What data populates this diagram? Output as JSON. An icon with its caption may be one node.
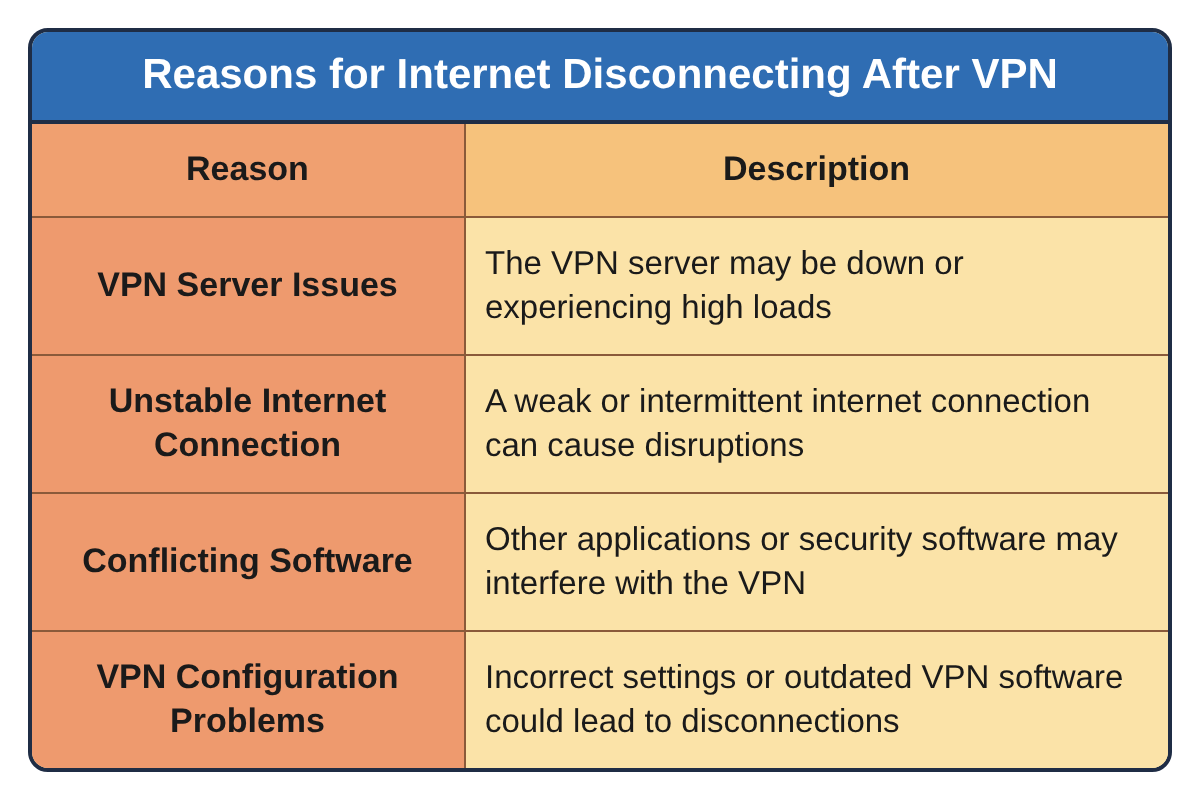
{
  "diagram": {
    "title": "Reasons for Internet Disconnecting After VPN",
    "labels": [
      "Reason",
      "Description",
      "VPN Server Issues",
      "The VPN server may be down or experiencing high loads",
      "Unstable Internet Connection",
      "A weak or intermittent internet connection can cause disruptions",
      "Conflicting Software",
      "Other applications or security software may interfere with the VPN",
      "VPN Configuration Problems",
      "Incorrect settings or outdated VPN software could lead to disconnections"
    ]
  }
}
